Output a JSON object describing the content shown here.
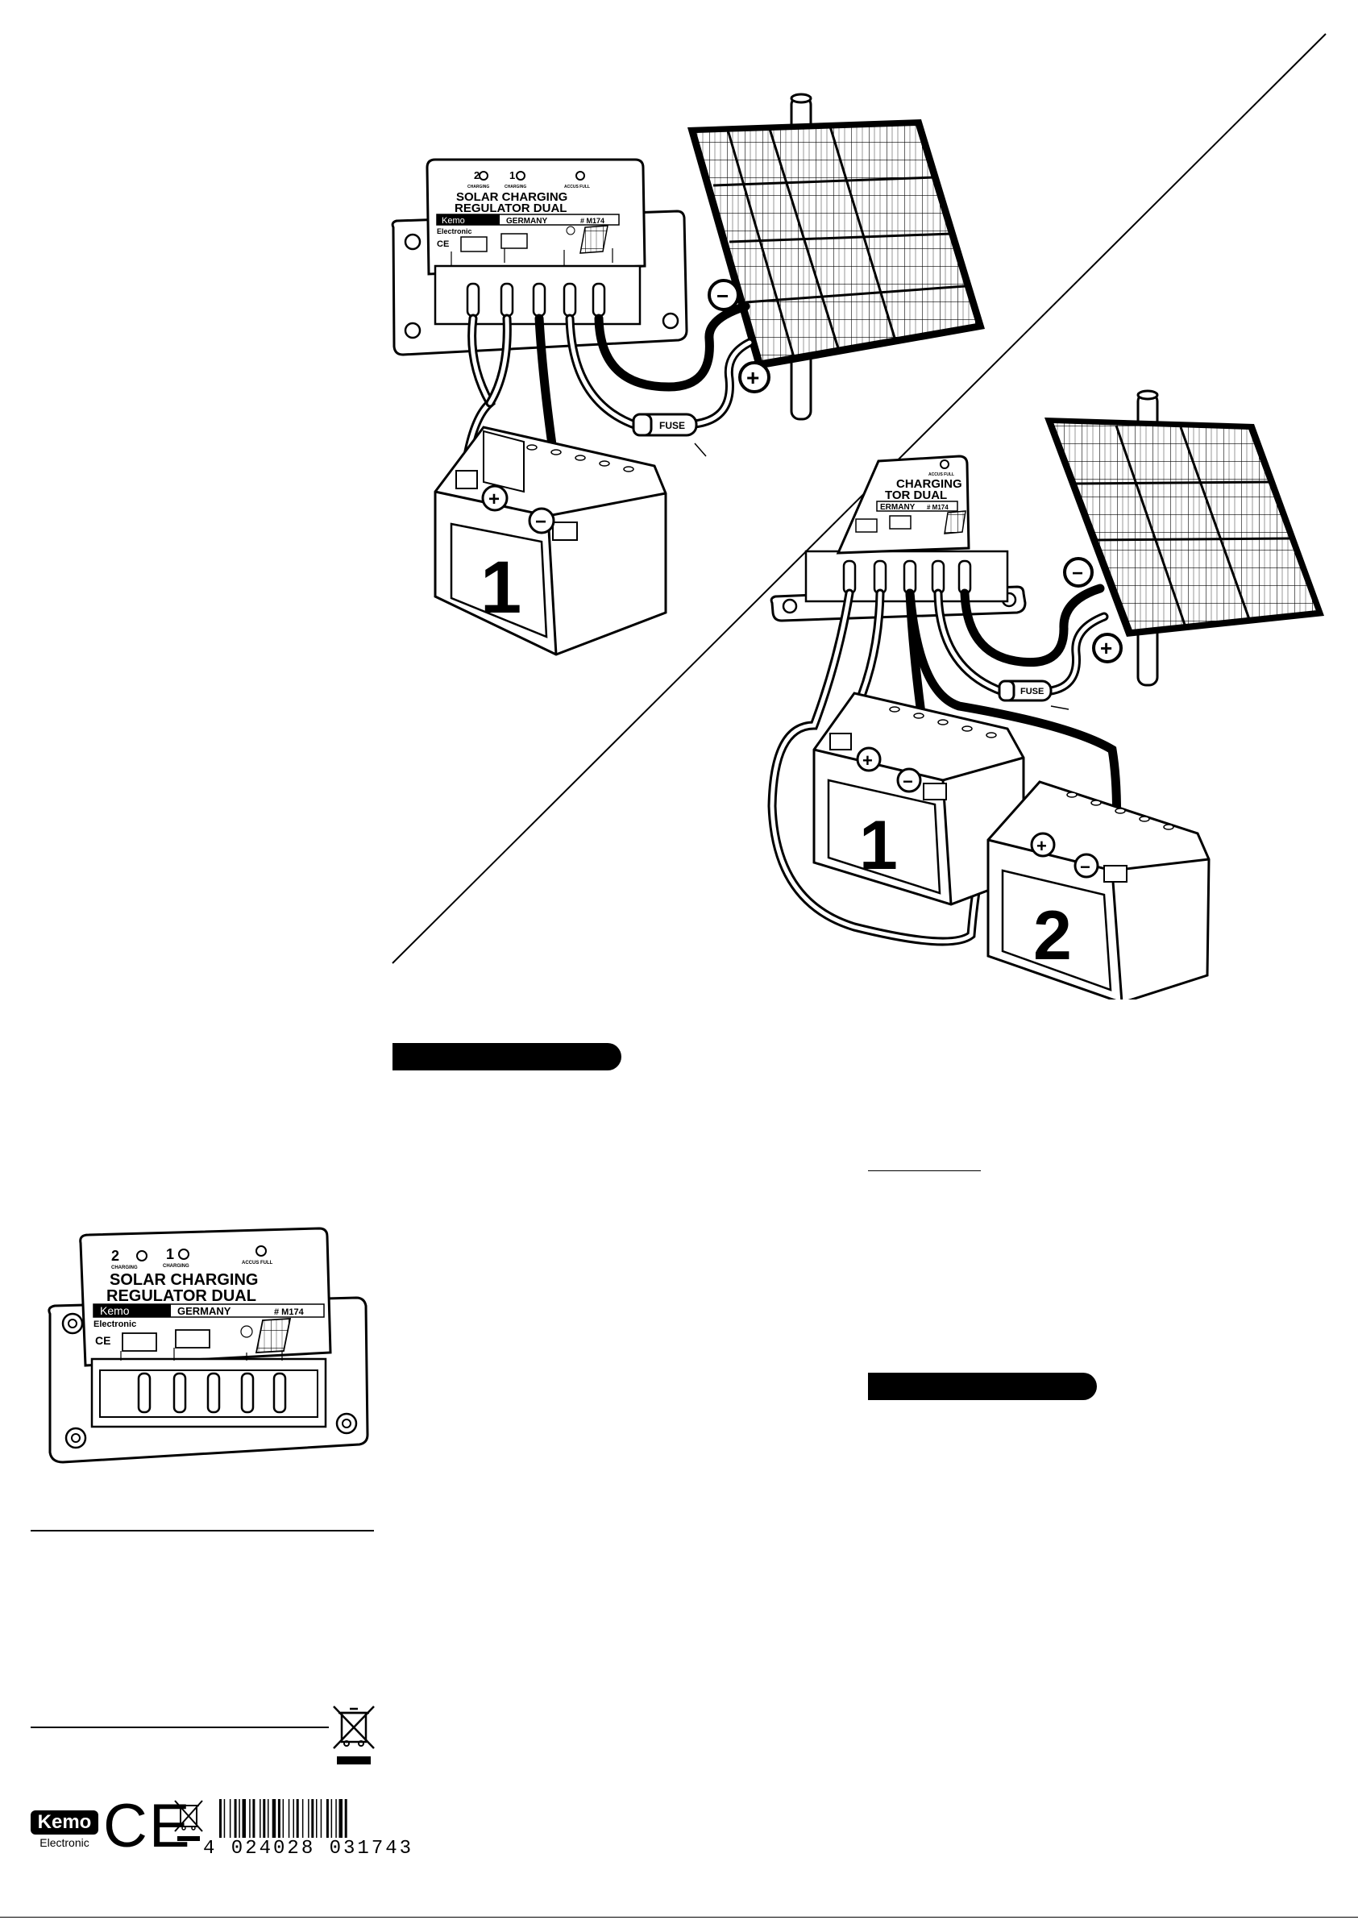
{
  "colors": {
    "ink": "#000000",
    "paper": "#ffffff",
    "panel_cell": "#f2f2f2"
  },
  "diagram_top": {
    "module": {
      "led_2_number": "2",
      "led_2_caption": "CHARGING",
      "led_1_number": "1",
      "led_1_caption": "CHARGING",
      "led_full_caption": "ACCUS FULL",
      "title_line1": "SOLAR CHARGING",
      "title_line2": "REGULATOR DUAL",
      "brand": "Kemo",
      "brand_sub": "Electronic",
      "origin": "GERMANY",
      "model": "# M174",
      "ce_mark": "CE"
    },
    "fuse_label": "FUSE",
    "battery_number": "1",
    "plus_symbol": "+",
    "minus_symbol": "−"
  },
  "diagram_bottom": {
    "module": {
      "led_full_caption": "ACCUS FULL",
      "title_line1": "CHARGING",
      "title_line2": "TOR DUAL",
      "origin": "ERMANY",
      "model": "# M174"
    },
    "fuse_label": "FUSE",
    "battery_1_number": "1",
    "battery_2_number": "2"
  },
  "product_image": {
    "led_2_number": "2",
    "led_2_caption": "CHARGING",
    "led_1_number": "1",
    "led_1_caption": "CHARGING",
    "led_full_caption": "ACCUS FULL",
    "title_line1": "SOLAR CHARGING",
    "title_line2": "REGULATOR DUAL",
    "brand": "Kemo",
    "brand_sub": "Electronic",
    "origin": "GERMANY",
    "model": "# M174",
    "ce_mark": "CE"
  },
  "footer": {
    "brand": "Kemo",
    "brand_sub": "Electronic",
    "ce_mark": "CE",
    "barcode_number": "4 024028 031743"
  },
  "icons": [
    "weee-bin-icon",
    "ce-mark-icon",
    "barcode-icon",
    "solar-panel-icon",
    "battery-icon",
    "fuse-icon"
  ]
}
